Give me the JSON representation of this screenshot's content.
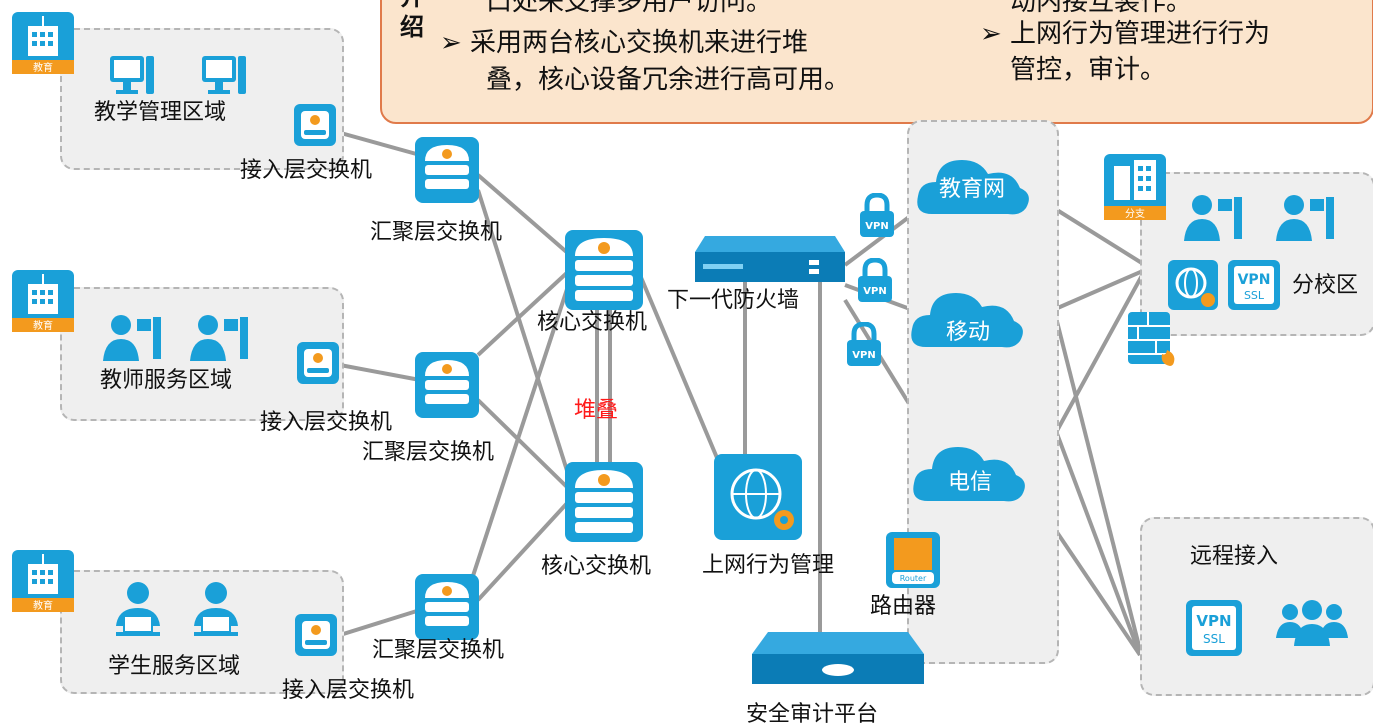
{
  "intro": {
    "side_label_1": "介",
    "side_label_2": "绍",
    "left_line1": "口处来支撑多用户访问。",
    "left_line2": "➢ 采用两台核心交换机来进行堆",
    "left_line3": "叠，核心设备冗余进行高可用。",
    "right_line0": "动内接互装作。",
    "right_line1": "➢ 上网行为管理进行行为",
    "right_line2": "管控，审计。"
  },
  "zones": {
    "teaching": "教学管理区域",
    "teacher": "教师服务区域",
    "student": "学生服务区域",
    "branch": "分校区",
    "remote": "远程接入"
  },
  "badges": {
    "edu": "教育",
    "branch": "分支"
  },
  "devices": {
    "access1": "接入层交换机",
    "access2": "接入层交换机",
    "access3": "接入层交换机",
    "agg1": "汇聚层交换机",
    "agg2": "汇聚层交换机",
    "agg3": "汇聚层交换机",
    "core1": "核心交换机",
    "core2": "核心交换机",
    "firewall": "下一代防火墙",
    "behavior": "上网行为管理",
    "router": "路由器",
    "audit": "安全审计平台",
    "stack": "堆叠"
  },
  "clouds": {
    "edu_net": "教育网",
    "mobile": "移动",
    "telecom": "电信"
  },
  "tags": {
    "vpn": "VPN",
    "ssl": "SSL",
    "router": "Router"
  },
  "colors": {
    "accent": "#1aa0d8",
    "accent_dark": "#0b7cb6",
    "line": "#9a9a9a",
    "orange": "#f39a1e",
    "stack_text": "#ff1a1a"
  }
}
